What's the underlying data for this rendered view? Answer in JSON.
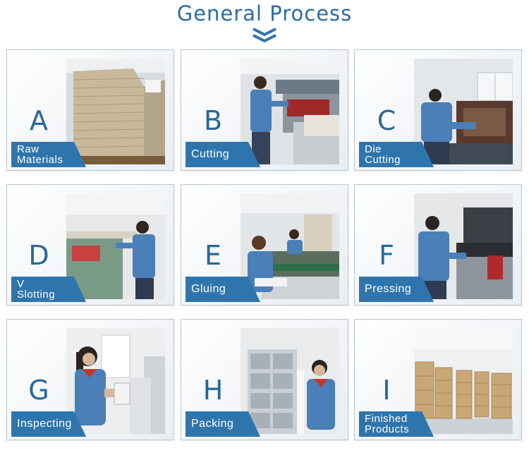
{
  "title": "General Process",
  "colors": {
    "accent": "#2f75ad",
    "title": "#2f6fa3"
  },
  "steps": [
    {
      "letter": "A",
      "label": "Raw\nMaterials",
      "photo": "raw-materials-photo"
    },
    {
      "letter": "B",
      "label": "Cutting",
      "photo": "cutting-photo"
    },
    {
      "letter": "C",
      "label": "Die\nCutting",
      "photo": "die-cutting-photo"
    },
    {
      "letter": "D",
      "label": "V\nSlotting",
      "photo": "v-slotting-photo"
    },
    {
      "letter": "E",
      "label": "Gluing",
      "photo": "gluing-photo"
    },
    {
      "letter": "F",
      "label": "Pressing",
      "photo": "pressing-photo"
    },
    {
      "letter": "G",
      "label": "Inspecting",
      "photo": "inspecting-photo"
    },
    {
      "letter": "H",
      "label": "Packing",
      "photo": "packing-photo"
    },
    {
      "letter": "I",
      "label": "Finished\nProducts",
      "photo": "finished-products-photo"
    }
  ]
}
